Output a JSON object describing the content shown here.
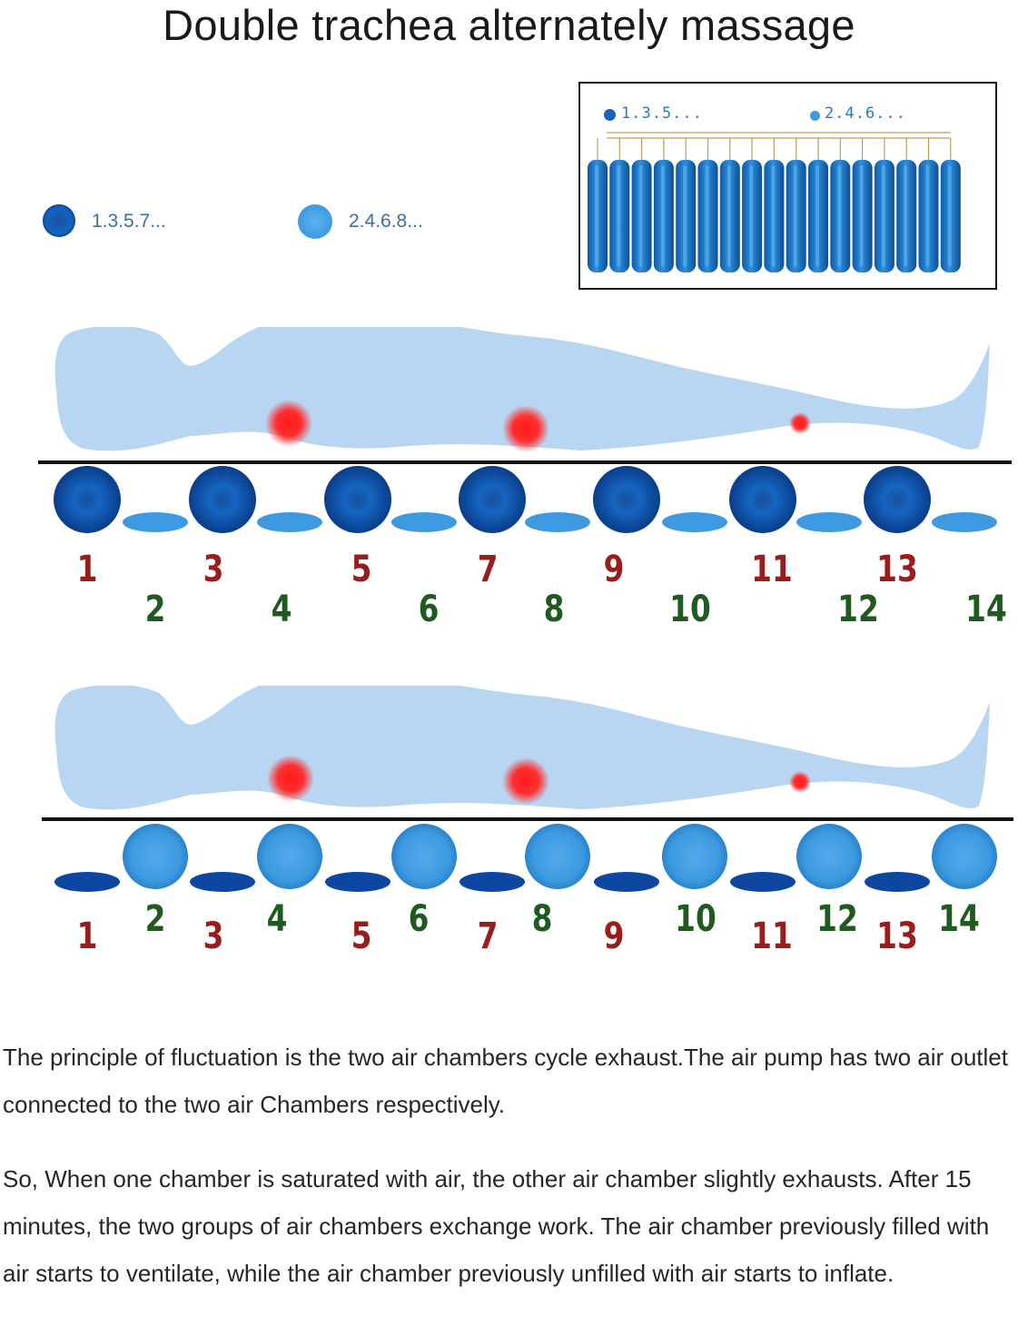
{
  "title": "Double trachea alternately massage",
  "legend": {
    "odd_label": "1.3.5.7...",
    "even_label": "2.4.6.8...",
    "odd_color": "#1565c0",
    "even_color": "#3d9ae0"
  },
  "inset": {
    "odd_label": "1.3.5...",
    "even_label": "2.4.6..."
  },
  "chambers": {
    "odd_numbers": [
      "1",
      "3",
      "5",
      "7",
      "9",
      "11",
      "13"
    ],
    "even_numbers": [
      "2",
      "4",
      "6",
      "8",
      "10",
      "12",
      "14"
    ]
  },
  "colors": {
    "body_silhouette": "#b8d5f1",
    "pressure_point": "#ff2020",
    "odd_number": "#9b1c1c",
    "even_number": "#1f5a1f"
  },
  "description": {
    "paragraph1": " The principle of fluctuation is the two air chambers cycle exhaust.The air pump has two air outlet connected to the two air Chambers respectively.",
    "paragraph2": " So, When one chamber is saturated with air, the other air chamber slightly exhausts. After 15 minutes, the two groups of air chambers exchange work. The air chamber previously filled with air starts to ventilate, while the air chamber previously unfilled with air starts to inflate."
  }
}
